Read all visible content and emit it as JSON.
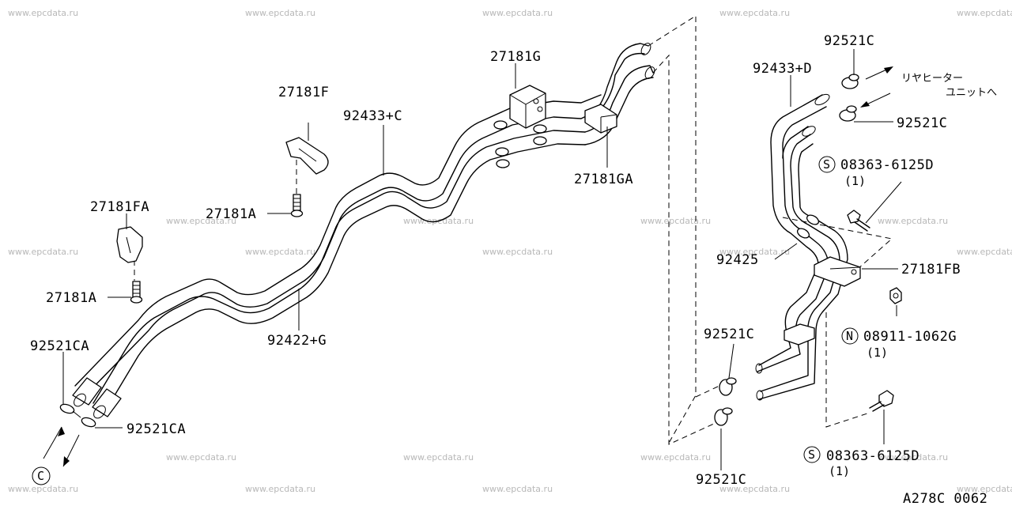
{
  "watermark": "www.epcdata.ru",
  "diagram_code": "A278C 0062",
  "callouts": {
    "p27181G": "27181G",
    "p27181F": "27181F",
    "p92433C": "92433+C",
    "p27181GA": "27181GA",
    "p27181A_top": "27181A",
    "p27181FA": "27181FA",
    "p27181A_bot": "27181A",
    "p92422G": "92422+G",
    "p92521CA_top": "92521CA",
    "p92521CA_bot": "92521CA",
    "p92433D": "92433+D",
    "p92521C_1": "92521C",
    "p92521C_2": "92521C",
    "p08363_top": "08363-6125D",
    "p08363_top_qty": "(1)",
    "p92425": "92425",
    "p27181FB": "27181FB",
    "p08911": "08911-1062G",
    "p08911_qty": "(1)",
    "p92521C_3": "92521C",
    "p92521C_4": "92521C",
    "p08363_bot": "08363-6125D",
    "p08363_bot_qty": "(1)"
  },
  "symbols": {
    "s_top": "S",
    "n_mid": "N",
    "s_bot": "S",
    "c_circle": "C"
  },
  "note_jp": {
    "line1": "リヤヒーター",
    "line2": "ユニットへ"
  }
}
